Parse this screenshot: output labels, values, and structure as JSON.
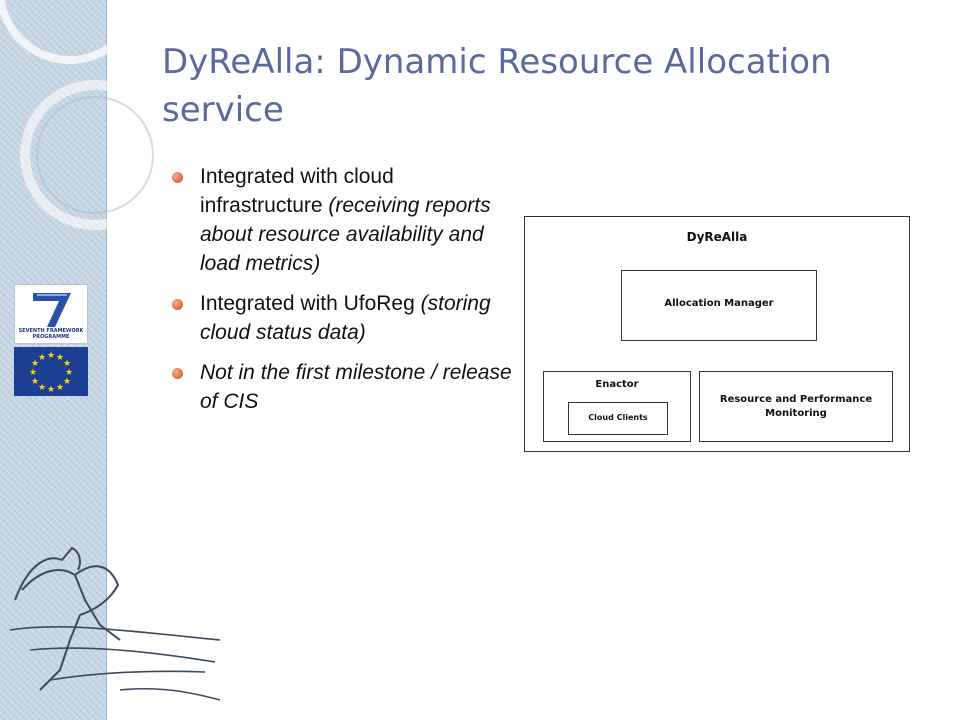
{
  "slide": {
    "title": "DyReAlla: Dynamic Resource Allocation service",
    "bullets": [
      {
        "normal": "Integrated with cloud infrastructure ",
        "italic": "(receiving reports about resource availability and load metrics)"
      },
      {
        "normal": "Integrated with UfoReg ",
        "italic": "(storing cloud status data)"
      },
      {
        "normal": "",
        "italic": "Not in the first milestone / release of CIS"
      }
    ]
  },
  "logos": {
    "fp7_text_1": "SEVENTH FRAMEWORK",
    "fp7_text_2": "PROGRAMME"
  },
  "diagram": {
    "title": "DyReAlla",
    "allocation_manager": "Allocation Manager",
    "enactor": "Enactor",
    "cloud_clients": "Cloud Clients",
    "monitoring": "Resource and Performance Monitoring"
  },
  "colors": {
    "title": "#5a6aa0",
    "bullet": "#d9663c",
    "sideband": "#c3d4e2"
  }
}
